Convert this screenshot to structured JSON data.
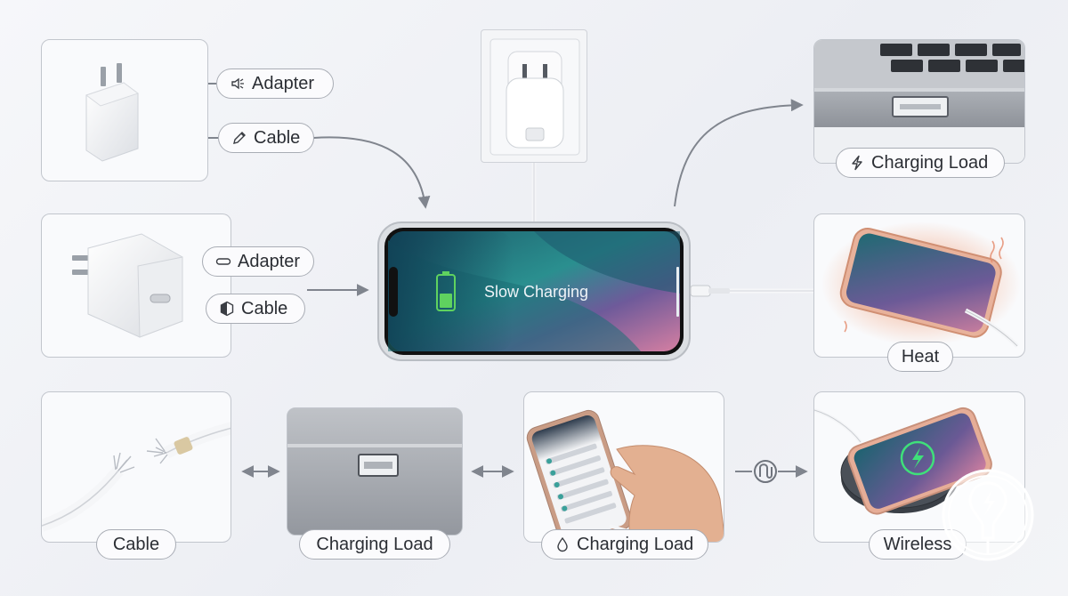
{
  "phone_screen": {
    "status_text": "Slow Charging"
  },
  "labels": {
    "adapter_top": "Adapter",
    "cable_top": "Cable",
    "adapter_mid": "Adapter",
    "cable_mid": "Cable",
    "charging_load_laptop": "Charging Load",
    "heat": "Heat",
    "cable_frayed": "Cable",
    "charging_load_port": "Charging Load",
    "charging_load_usage": "Charging Load",
    "wireless": "Wireless"
  },
  "icons": {
    "adapter_top": "speaker-icon",
    "cable_top": "pencil-icon",
    "adapter_mid": "capsule-icon",
    "cable_mid": "hexagon-icon",
    "charging_load_laptop": "lightning-icon",
    "charging_load_usage": "droplet-icon",
    "wireless": "link-loop-icon"
  },
  "colors": {
    "battery_green": "#5fd25f",
    "heat_glow": "#f08a5a",
    "wireless_green": "#3fe07a",
    "panel_border": "#c2c6cd"
  }
}
